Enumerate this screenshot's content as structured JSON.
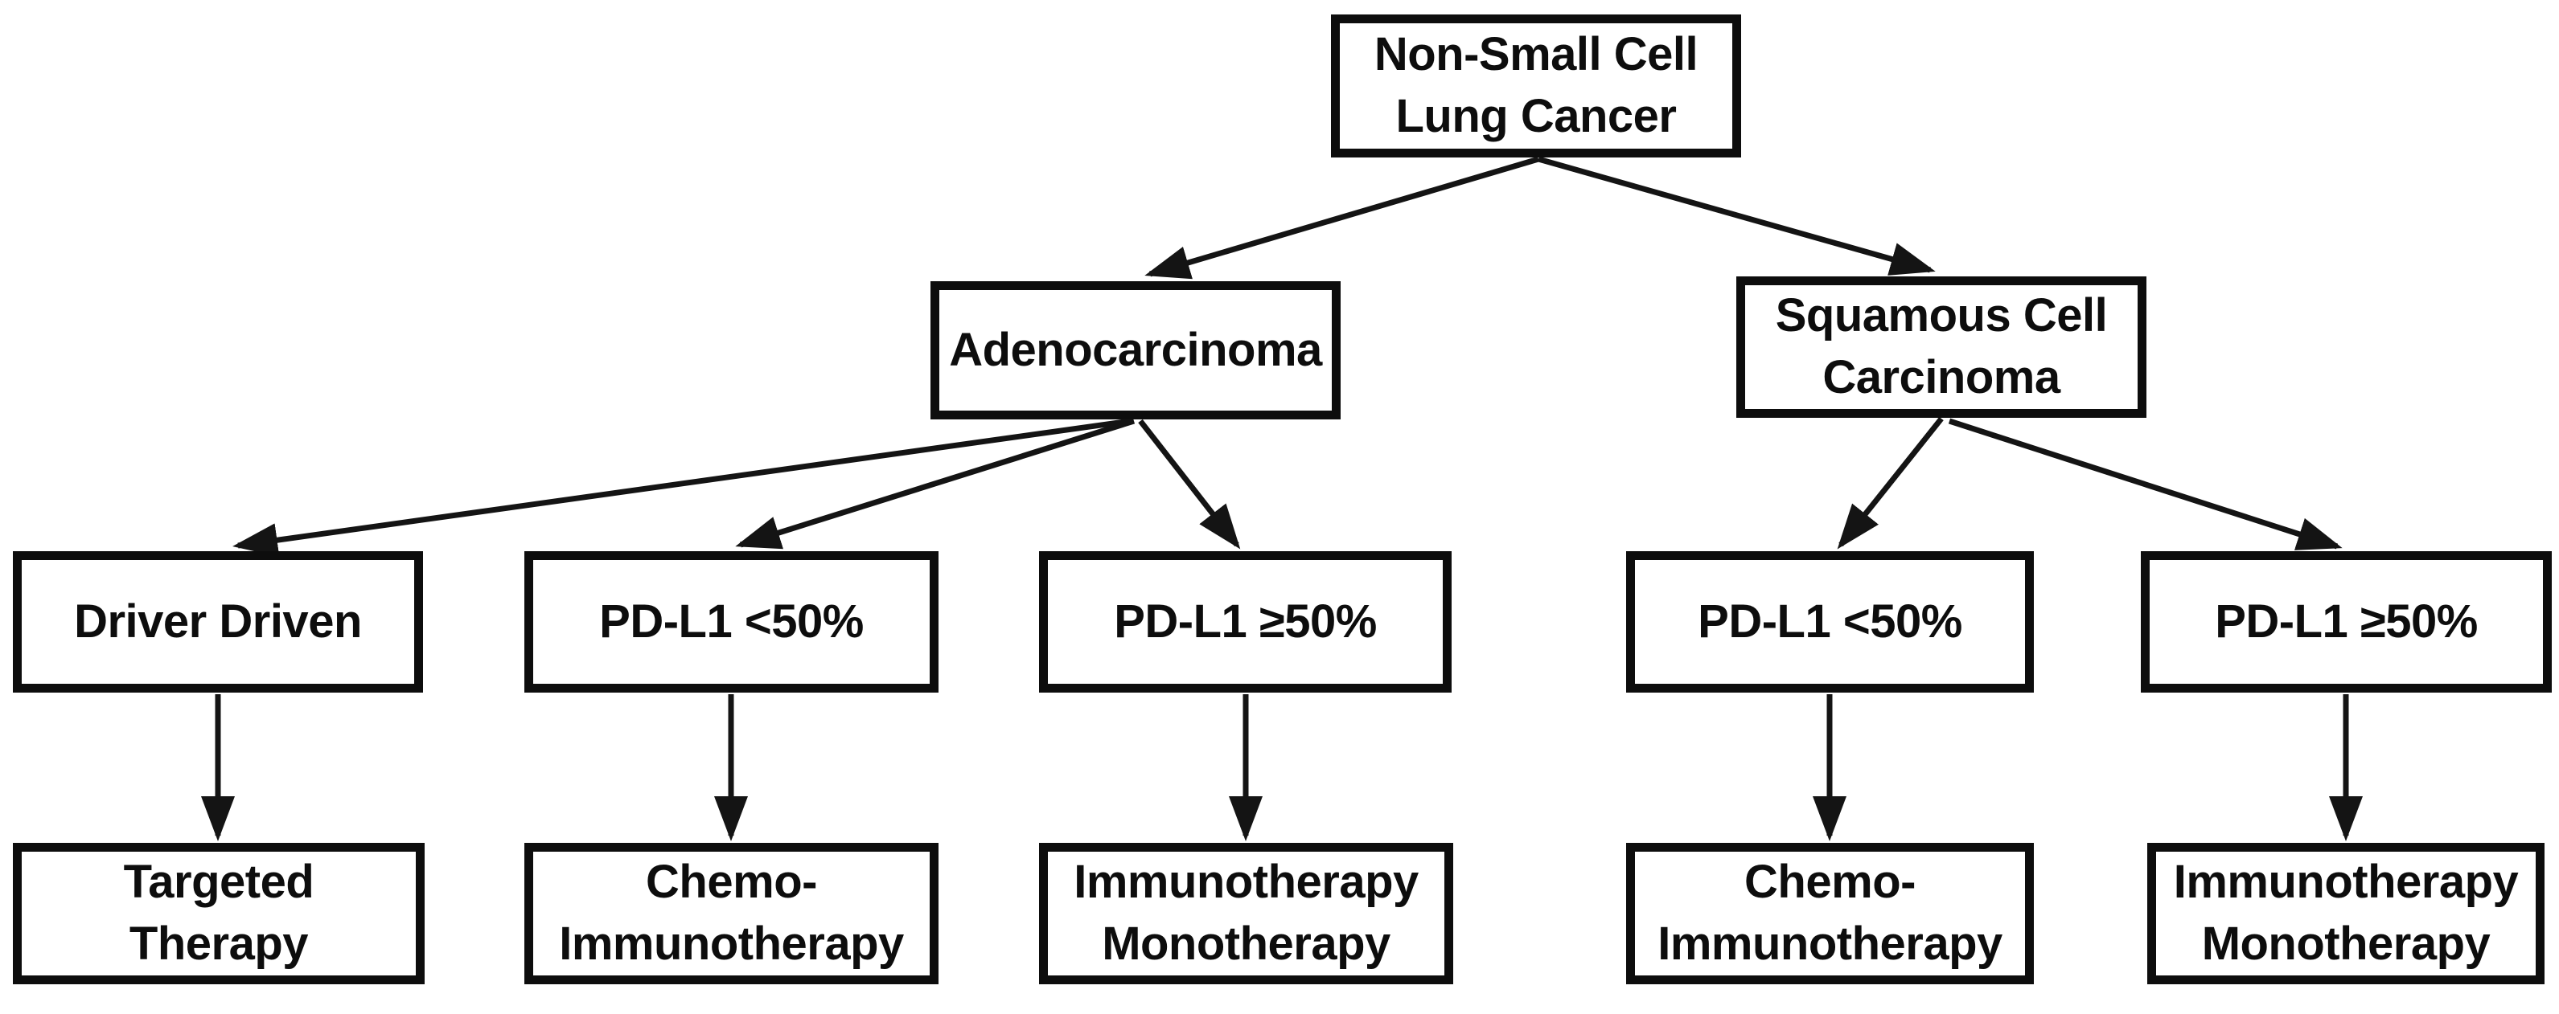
{
  "diagram": {
    "description": "Non-small cell lung cancer treatment decision flowchart",
    "colors": {
      "background": "#ffffff",
      "box_border": "#0d0d0d",
      "text": "#0d0d0d",
      "arrow": "#141414"
    },
    "nodes": {
      "nsclc": {
        "label": "Non-Small Cell\nLung Cancer"
      },
      "adenocarcinoma": {
        "label": "Adenocarcinoma"
      },
      "squamous": {
        "label": "Squamous Cell\nCarcinoma"
      },
      "driver_driven": {
        "label": "Driver Driven"
      },
      "adeno_pdl1_lt50": {
        "label": "PD-L1 <50%"
      },
      "adeno_pdl1_ge50": {
        "label": "PD-L1 ≥50%"
      },
      "squam_pdl1_lt50": {
        "label": "PD-L1 <50%"
      },
      "squam_pdl1_ge50": {
        "label": "PD-L1 ≥50%"
      },
      "targeted_therapy": {
        "label": "Targeted\nTherapy"
      },
      "adeno_chemo_immuno": {
        "label": "Chemo-\nImmunotherapy"
      },
      "adeno_immuno_mono": {
        "label": "Immunotherapy\nMonotherapy"
      },
      "squam_chemo_immuno": {
        "label": "Chemo-\nImmunotherapy"
      },
      "squam_immuno_mono": {
        "label": "Immunotherapy\nMonotherapy"
      }
    },
    "edges": [
      {
        "from": "nsclc",
        "to": "adenocarcinoma"
      },
      {
        "from": "nsclc",
        "to": "squamous"
      },
      {
        "from": "adenocarcinoma",
        "to": "driver_driven"
      },
      {
        "from": "adenocarcinoma",
        "to": "adeno_pdl1_lt50"
      },
      {
        "from": "adenocarcinoma",
        "to": "adeno_pdl1_ge50"
      },
      {
        "from": "squamous",
        "to": "squam_pdl1_lt50"
      },
      {
        "from": "squamous",
        "to": "squam_pdl1_ge50"
      },
      {
        "from": "driver_driven",
        "to": "targeted_therapy"
      },
      {
        "from": "adeno_pdl1_lt50",
        "to": "adeno_chemo_immuno"
      },
      {
        "from": "adeno_pdl1_ge50",
        "to": "adeno_immuno_mono"
      },
      {
        "from": "squam_pdl1_lt50",
        "to": "squam_chemo_immuno"
      },
      {
        "from": "squam_pdl1_ge50",
        "to": "squam_immuno_mono"
      }
    ]
  }
}
